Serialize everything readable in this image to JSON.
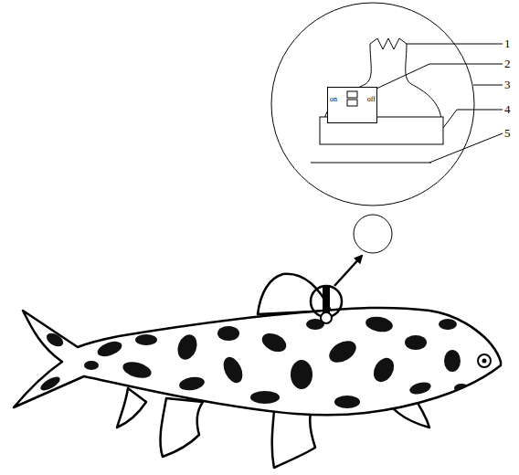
{
  "diagram": {
    "nodes": [
      {
        "text": [
          "on",
          "off"
        ]
      }
    ],
    "labels": [
      "1",
      "2",
      "3",
      "4",
      "5"
    ]
  }
}
